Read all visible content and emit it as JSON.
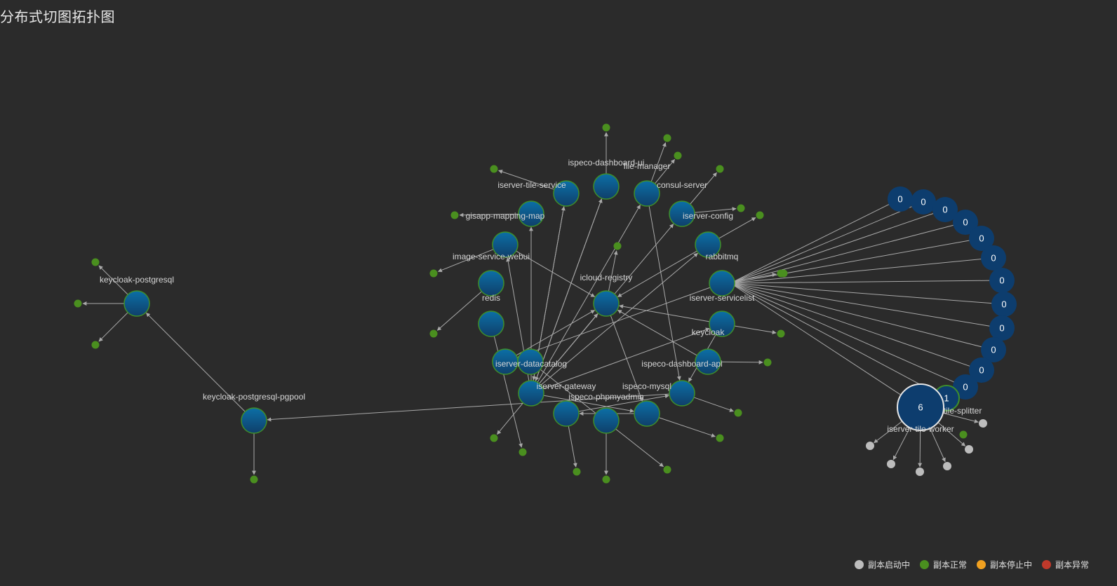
{
  "title": "分布式切图拓扑图",
  "colors": {
    "background": "#2b2b2b",
    "service_fill_top": "#0c6fa6",
    "service_fill_bottom": "#0f3f6a",
    "service_stroke": "#3f8f2a",
    "replica_normal": "#4a8f1f",
    "replica_starting": "#bdbdbd",
    "replica_stopping": "#f0a020",
    "replica_error": "#c0392b",
    "count_node": "#0d3d6e",
    "edge": "#a9a9a9"
  },
  "legend": [
    {
      "label": "副本启动中",
      "color": "#bdbdbd"
    },
    {
      "label": "副本正常",
      "color": "#4a8f1f"
    },
    {
      "label": "副本停止中",
      "color": "#f0a020"
    },
    {
      "label": "副本异常",
      "color": "#c0392b"
    }
  ],
  "services": [
    {
      "id": "keycloak-postgresql",
      "label": "keycloak-postgresql"
    },
    {
      "id": "keycloak-postgresql-pgpool",
      "label": "keycloak-postgresql-pgpool"
    },
    {
      "id": "ispeco-dashboard-ui",
      "label": "ispeco-dashboard-ui"
    },
    {
      "id": "file-manager",
      "label": "file-manager"
    },
    {
      "id": "iserver-tile-service",
      "label": "iserver-tile-service"
    },
    {
      "id": "consul-server",
      "label": "consul-server"
    },
    {
      "id": "gisapp-mapping-map",
      "label": "gisapp-mapping-map"
    },
    {
      "id": "iserver-config",
      "label": "iserver-config"
    },
    {
      "id": "image-service-webui",
      "label": "image-service-webui"
    },
    {
      "id": "rabbitmq",
      "label": "rabbitmq"
    },
    {
      "id": "icloud-registry",
      "label": "icloud-registry"
    },
    {
      "id": "redis",
      "label": "redis"
    },
    {
      "id": "iserver-servicelist",
      "label": "iserver-servicelist"
    },
    {
      "id": "keycloak",
      "label": "keycloak"
    },
    {
      "id": "iserver-datacatalog",
      "label": "iserver-datacatalog"
    },
    {
      "id": "ispeco-dashboard-api",
      "label": "ispeco-dashboard-api"
    },
    {
      "id": "iserver-gateway",
      "label": "iserver-gateway"
    },
    {
      "id": "ispeco-mysql",
      "label": "ispeco-mysql"
    },
    {
      "id": "ispeco-phpmyadmin",
      "label": "ispeco-phpmyadmin"
    },
    {
      "id": "svc-unlabeled-a",
      "label": ""
    },
    {
      "id": "svc-unlabeled-b",
      "label": ""
    },
    {
      "id": "svc-unlabeled-c",
      "label": ""
    },
    {
      "id": "tile-splitter",
      "label": "tile-splitter"
    },
    {
      "id": "iserver-tile-worker",
      "label": "iserver-tile-worker"
    }
  ],
  "count_nodes": [
    "0",
    "0",
    "0",
    "0",
    "0",
    "0",
    "0",
    "0",
    "0",
    "0",
    "0",
    "0",
    "1",
    "6"
  ]
}
